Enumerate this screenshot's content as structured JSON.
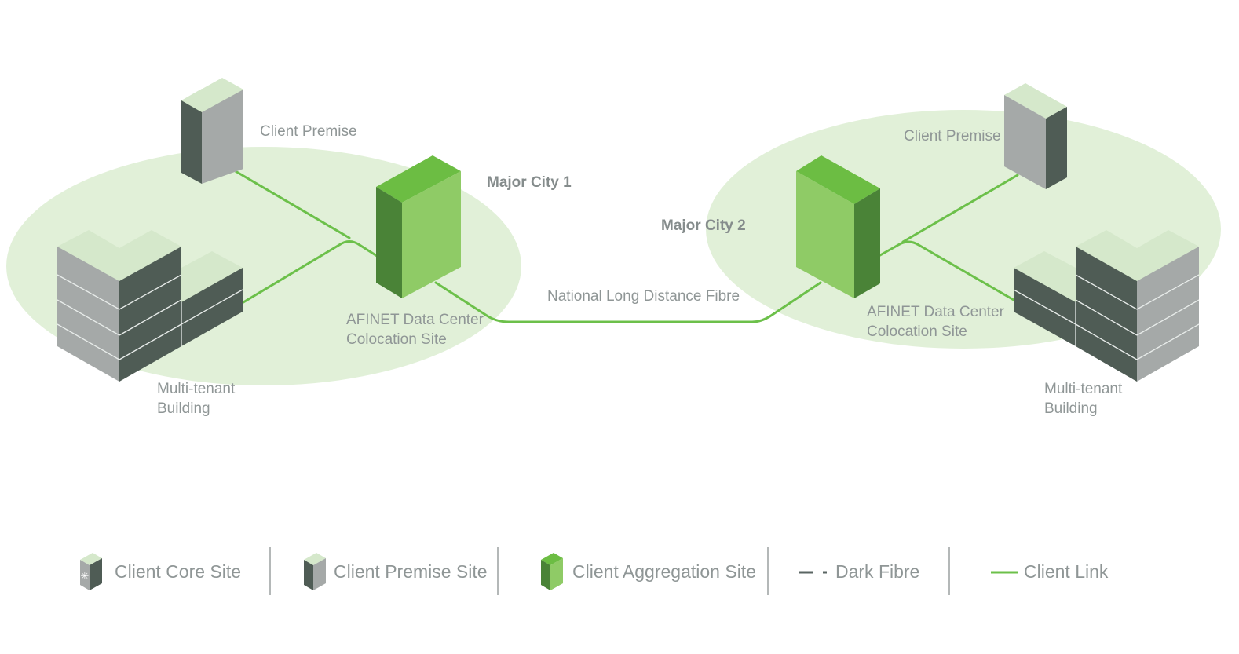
{
  "diagram": {
    "city1": {
      "name": "Major City 1",
      "client_premise": "Client Premise",
      "datacenter": [
        "AFINET Data Center",
        "Colocation Site"
      ],
      "building": [
        "Multi-tenant",
        "Building"
      ]
    },
    "city2": {
      "name": "Major City 2",
      "client_premise": "Client Premise",
      "datacenter": [
        "AFINET Data Center",
        "Colocation Site"
      ],
      "building": [
        "Multi-tenant",
        "Building"
      ]
    },
    "backbone_label": "National Long Distance Fibre"
  },
  "legend": [
    {
      "label": "Client Core Site",
      "icon": "client-core-site-icon"
    },
    {
      "label": "Client Premise Site",
      "icon": "client-premise-site-icon"
    },
    {
      "label": "Client Aggregation Site",
      "icon": "client-aggregation-site-icon"
    },
    {
      "label": "Dark Fibre",
      "icon": "dark-fibre-icon"
    },
    {
      "label": "Client Link",
      "icon": "client-link-icon"
    }
  ],
  "colors": {
    "zone": "#e1f0d8",
    "link": "#6cc04a",
    "aggregation_top": "#6cbd43",
    "aggregation_front": "#8fcb66",
    "aggregation_side": "#4a8337",
    "premise_top": "#d5e8cb",
    "premise_light": "#a5a9a8",
    "premise_dark": "#4f5c55",
    "text": "#8f9696"
  }
}
